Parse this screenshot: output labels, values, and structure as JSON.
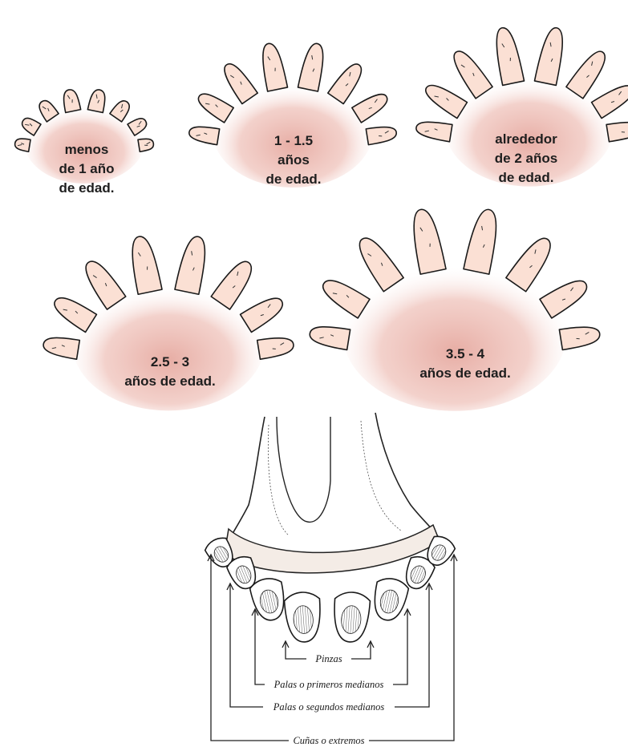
{
  "stages": [
    {
      "id": "lt1",
      "label_lines": [
        "menos",
        "de 1 año",
        "de edad."
      ]
    },
    {
      "id": "1to1_5",
      "label_lines": [
        "1 - 1.5",
        "años",
        "de edad."
      ]
    },
    {
      "id": "2",
      "label_lines": [
        "alrededor",
        "de 2 años",
        "de edad."
      ]
    },
    {
      "id": "2_5to3",
      "label_lines": [
        "2.5 - 3",
        "años de edad."
      ]
    },
    {
      "id": "3_5to4",
      "label_lines": [
        "3.5 - 4",
        "años de edad."
      ]
    }
  ],
  "legend": {
    "pinzas": "Pinzas",
    "primeros_medianos": "Palas o primeros medianos",
    "segundos_medianos": "Palas o segundos medianos",
    "extremos": "Cuñas o extremos"
  },
  "colors": {
    "gum": "#e8b5ad",
    "tooth_fill": "#fbe0d4",
    "tooth_outline": "#1a1a1a",
    "label_text": "#1e1e1e"
  }
}
